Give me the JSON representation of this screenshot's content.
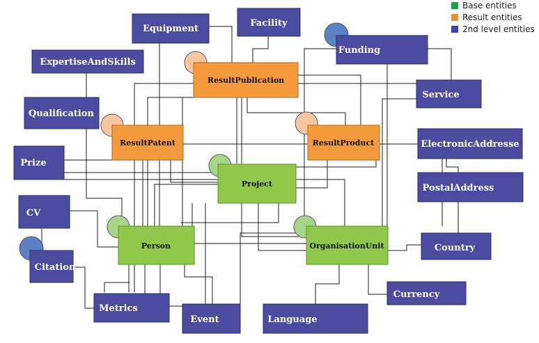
{
  "legend": [
    {
      "label": "Base entities",
      "color": "#1aa34a"
    },
    {
      "label": "Result entities",
      "color": "#f5902f"
    },
    {
      "label": "2nd level entities",
      "color": "#3f3fc0"
    }
  ],
  "colors": {
    "second_fill": "#4b4c9f",
    "second_stroke": "#2c2d6e",
    "result_fill": "#f39a3c",
    "result_stroke": "#b86515",
    "base_fill": "#8fc84a",
    "base_stroke": "#5e8f22",
    "circle_blue": "#5c81c4",
    "circle_salmon": "#f7c5a0",
    "circle_green": "#a6d48a",
    "line": "#1a1a1a"
  },
  "entities": {
    "equipment": "Equipment",
    "facility": "Facility",
    "expertise": "ExpertiseAndSkills",
    "funding": "Funding",
    "resultpublication": "ResultPublication",
    "qualification": "Qualification",
    "service": "Service",
    "resultpatent": "ResultPatent",
    "resultproduct": "ResultProduct",
    "electronic": "ElectronicAddresse",
    "prize": "Prize",
    "project": "Project",
    "postal": "PostalAddress",
    "cv": "CV",
    "person": "Person",
    "orgunit": "OrganisationUnit",
    "country": "Country",
    "citation": "Citation",
    "currency": "Currency",
    "metrics": "Metrics",
    "event": "Event",
    "language": "Language"
  }
}
